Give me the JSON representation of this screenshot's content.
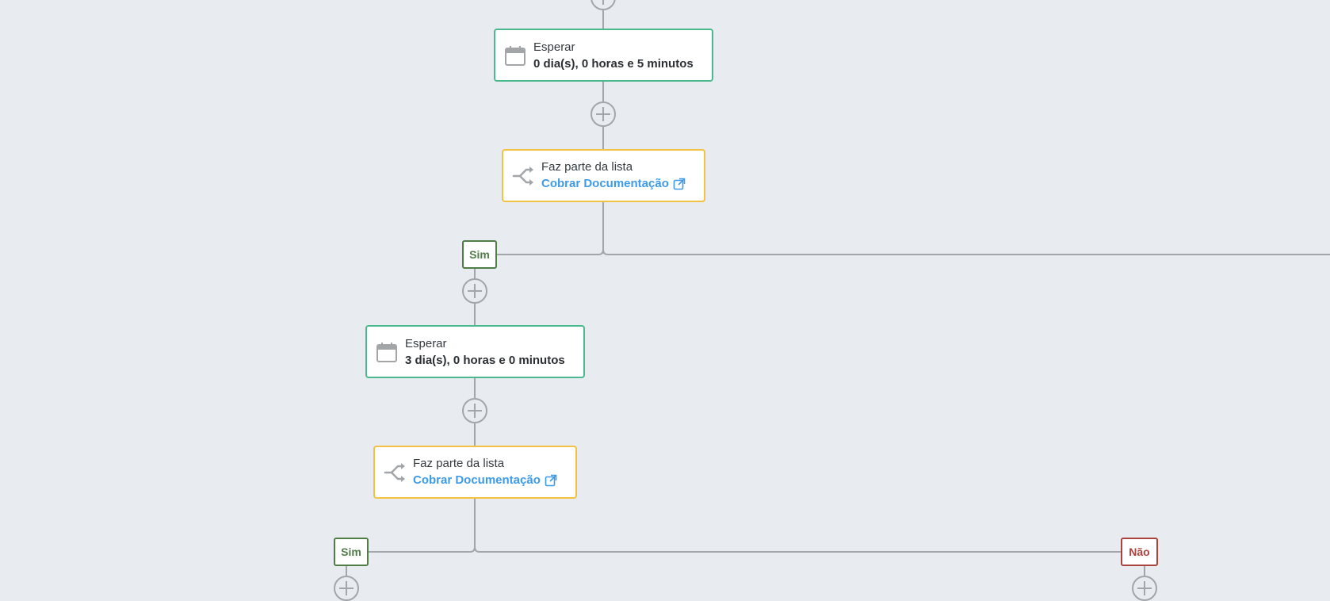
{
  "flow": {
    "wait_1": {
      "label": "Esperar",
      "value": "0 dia(s), 0 horas e 5 minutos",
      "icon": "calendar-icon"
    },
    "condition_1": {
      "label": "Faz parte da lista",
      "list_name": "Cobrar Documentação",
      "icon": "branch-icon",
      "link_icon": "external-link-icon"
    },
    "yes_1": "Sim",
    "wait_2": {
      "label": "Esperar",
      "value": "3 dia(s), 0 horas e 0 minutos",
      "icon": "calendar-icon"
    },
    "condition_2": {
      "label": "Faz parte da lista",
      "list_name": "Cobrar Documentação",
      "icon": "branch-icon",
      "link_icon": "external-link-icon"
    },
    "yes_2": "Sim",
    "no_2": "Não"
  },
  "colors": {
    "background": "#e8ebef",
    "wait_border": "#4cb88e",
    "condition_border": "#f3c242",
    "link": "#3d9be9",
    "yes": "#4e7d46",
    "no": "#a9433d",
    "connector": "#a3a6a9"
  }
}
